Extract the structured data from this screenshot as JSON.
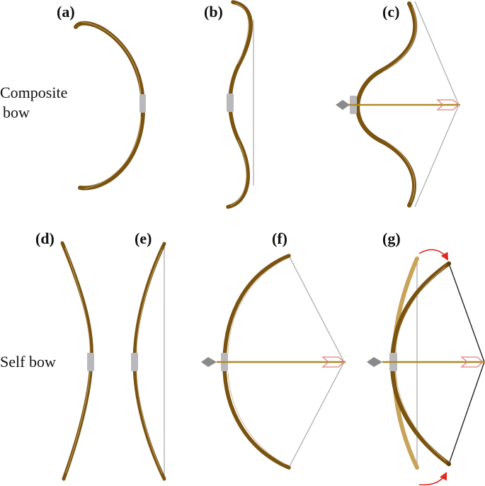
{
  "labels": {
    "a": "(a)",
    "b": "(b)",
    "c": "(c)",
    "d": "(d)",
    "e": "(e)",
    "f": "(f)",
    "g": "(g)"
  },
  "rows": {
    "composite_line1": "Composite",
    "composite_line2": "bow",
    "self": "Self bow"
  },
  "colors": {
    "limb": "#7a5310",
    "limb_ghost": "#c8a35a",
    "grip": "#b9b9bd",
    "string": "#b4b4b4",
    "arrow_shaft": "#b08a28",
    "fletching": "#e0807c",
    "arrow_head": "#8a8a8a",
    "motion_arrow": "#e02a1f"
  }
}
